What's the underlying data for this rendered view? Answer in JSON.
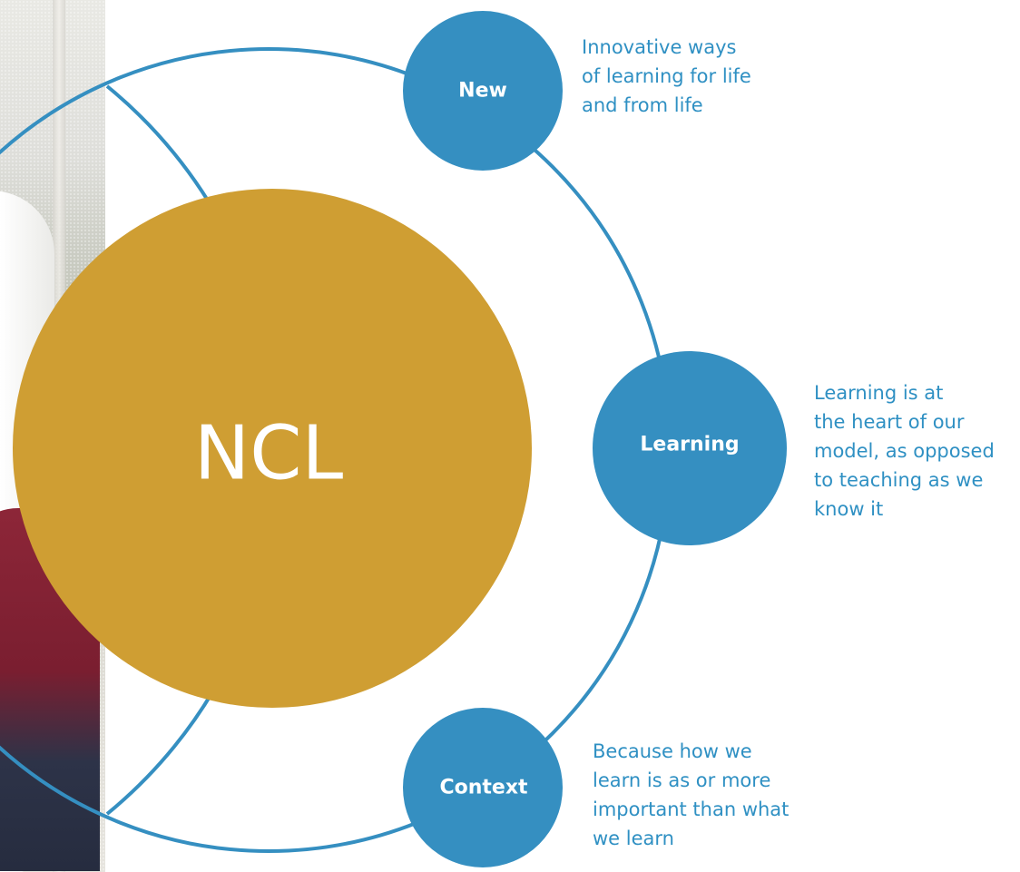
{
  "colors": {
    "gold": "#cf9e33",
    "blue": "#358fc1",
    "text_blue": "#2f90c3",
    "white": "#ffffff"
  },
  "center": {
    "label": "NCL"
  },
  "nodes": [
    {
      "label": "New",
      "description_lines": [
        "Innovative ways",
        "of learning for life",
        "and from life"
      ]
    },
    {
      "label": "Learning",
      "description_lines": [
        "Learning is at",
        "the heart of our",
        "model, as opposed",
        "to teaching as we",
        "know it"
      ]
    },
    {
      "label": "Context",
      "description_lines": [
        "Because how we",
        "learn is as or more",
        "important than what",
        "we learn"
      ]
    }
  ]
}
